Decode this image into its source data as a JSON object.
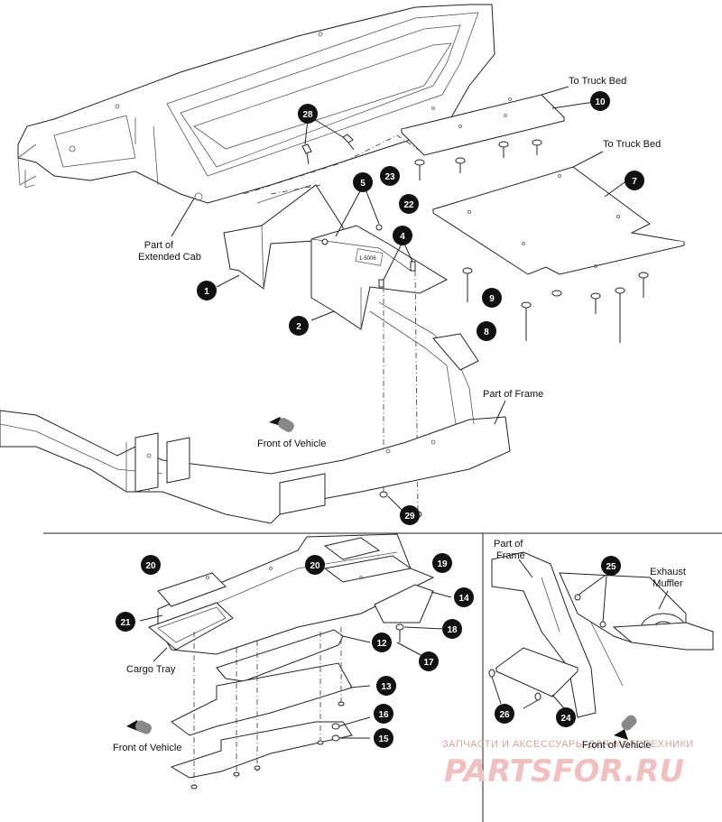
{
  "labels": {
    "to_truck_bed_1": "To Truck Bed",
    "to_truck_bed_2": "To Truck Bed",
    "part_of_extended_cab_l1": "Part of",
    "part_of_extended_cab_l2": "Extended Cab",
    "part_of_frame_main": "Part of Frame",
    "front_of_vehicle_main": "Front of Vehicle",
    "cargo_tray": "Cargo Tray",
    "front_of_vehicle_tray": "Front of Vehicle",
    "part_of_frame_inset_l1": "Part of",
    "part_of_frame_inset_l2": "Frame",
    "exhaust_muffler_l1": "Exhaust",
    "exhaust_muffler_l2": "Muffler",
    "front_of_vehicle_inset": "Front of Vehicle",
    "plate_text": "1-5006"
  },
  "callouts": [
    {
      "id": "c1",
      "num": "1"
    },
    {
      "id": "c2",
      "num": "2"
    },
    {
      "id": "c4",
      "num": "4"
    },
    {
      "id": "c5",
      "num": "5"
    },
    {
      "id": "c7",
      "num": "7"
    },
    {
      "id": "c8",
      "num": "8"
    },
    {
      "id": "c9",
      "num": "9"
    },
    {
      "id": "c10",
      "num": "10"
    },
    {
      "id": "c12",
      "num": "12"
    },
    {
      "id": "c13",
      "num": "13"
    },
    {
      "id": "c14",
      "num": "14"
    },
    {
      "id": "c15",
      "num": "15"
    },
    {
      "id": "c16",
      "num": "16"
    },
    {
      "id": "c17",
      "num": "17"
    },
    {
      "id": "c18",
      "num": "18"
    },
    {
      "id": "c19",
      "num": "19"
    },
    {
      "id": "c20a",
      "num": "20"
    },
    {
      "id": "c20b",
      "num": "20"
    },
    {
      "id": "c21",
      "num": "21"
    },
    {
      "id": "c22",
      "num": "22"
    },
    {
      "id": "c23",
      "num": "23"
    },
    {
      "id": "c24",
      "num": "24"
    },
    {
      "id": "c25",
      "num": "25"
    },
    {
      "id": "c26",
      "num": "26"
    },
    {
      "id": "c28",
      "num": "28"
    },
    {
      "id": "c29",
      "num": "29"
    }
  ],
  "watermark": {
    "line1": "ЗАПЧАСТИ И АКСЕССУАРЫ ДЛЯ МОТОТЕХНИКИ",
    "line2": "PARTSFOR.RU"
  }
}
